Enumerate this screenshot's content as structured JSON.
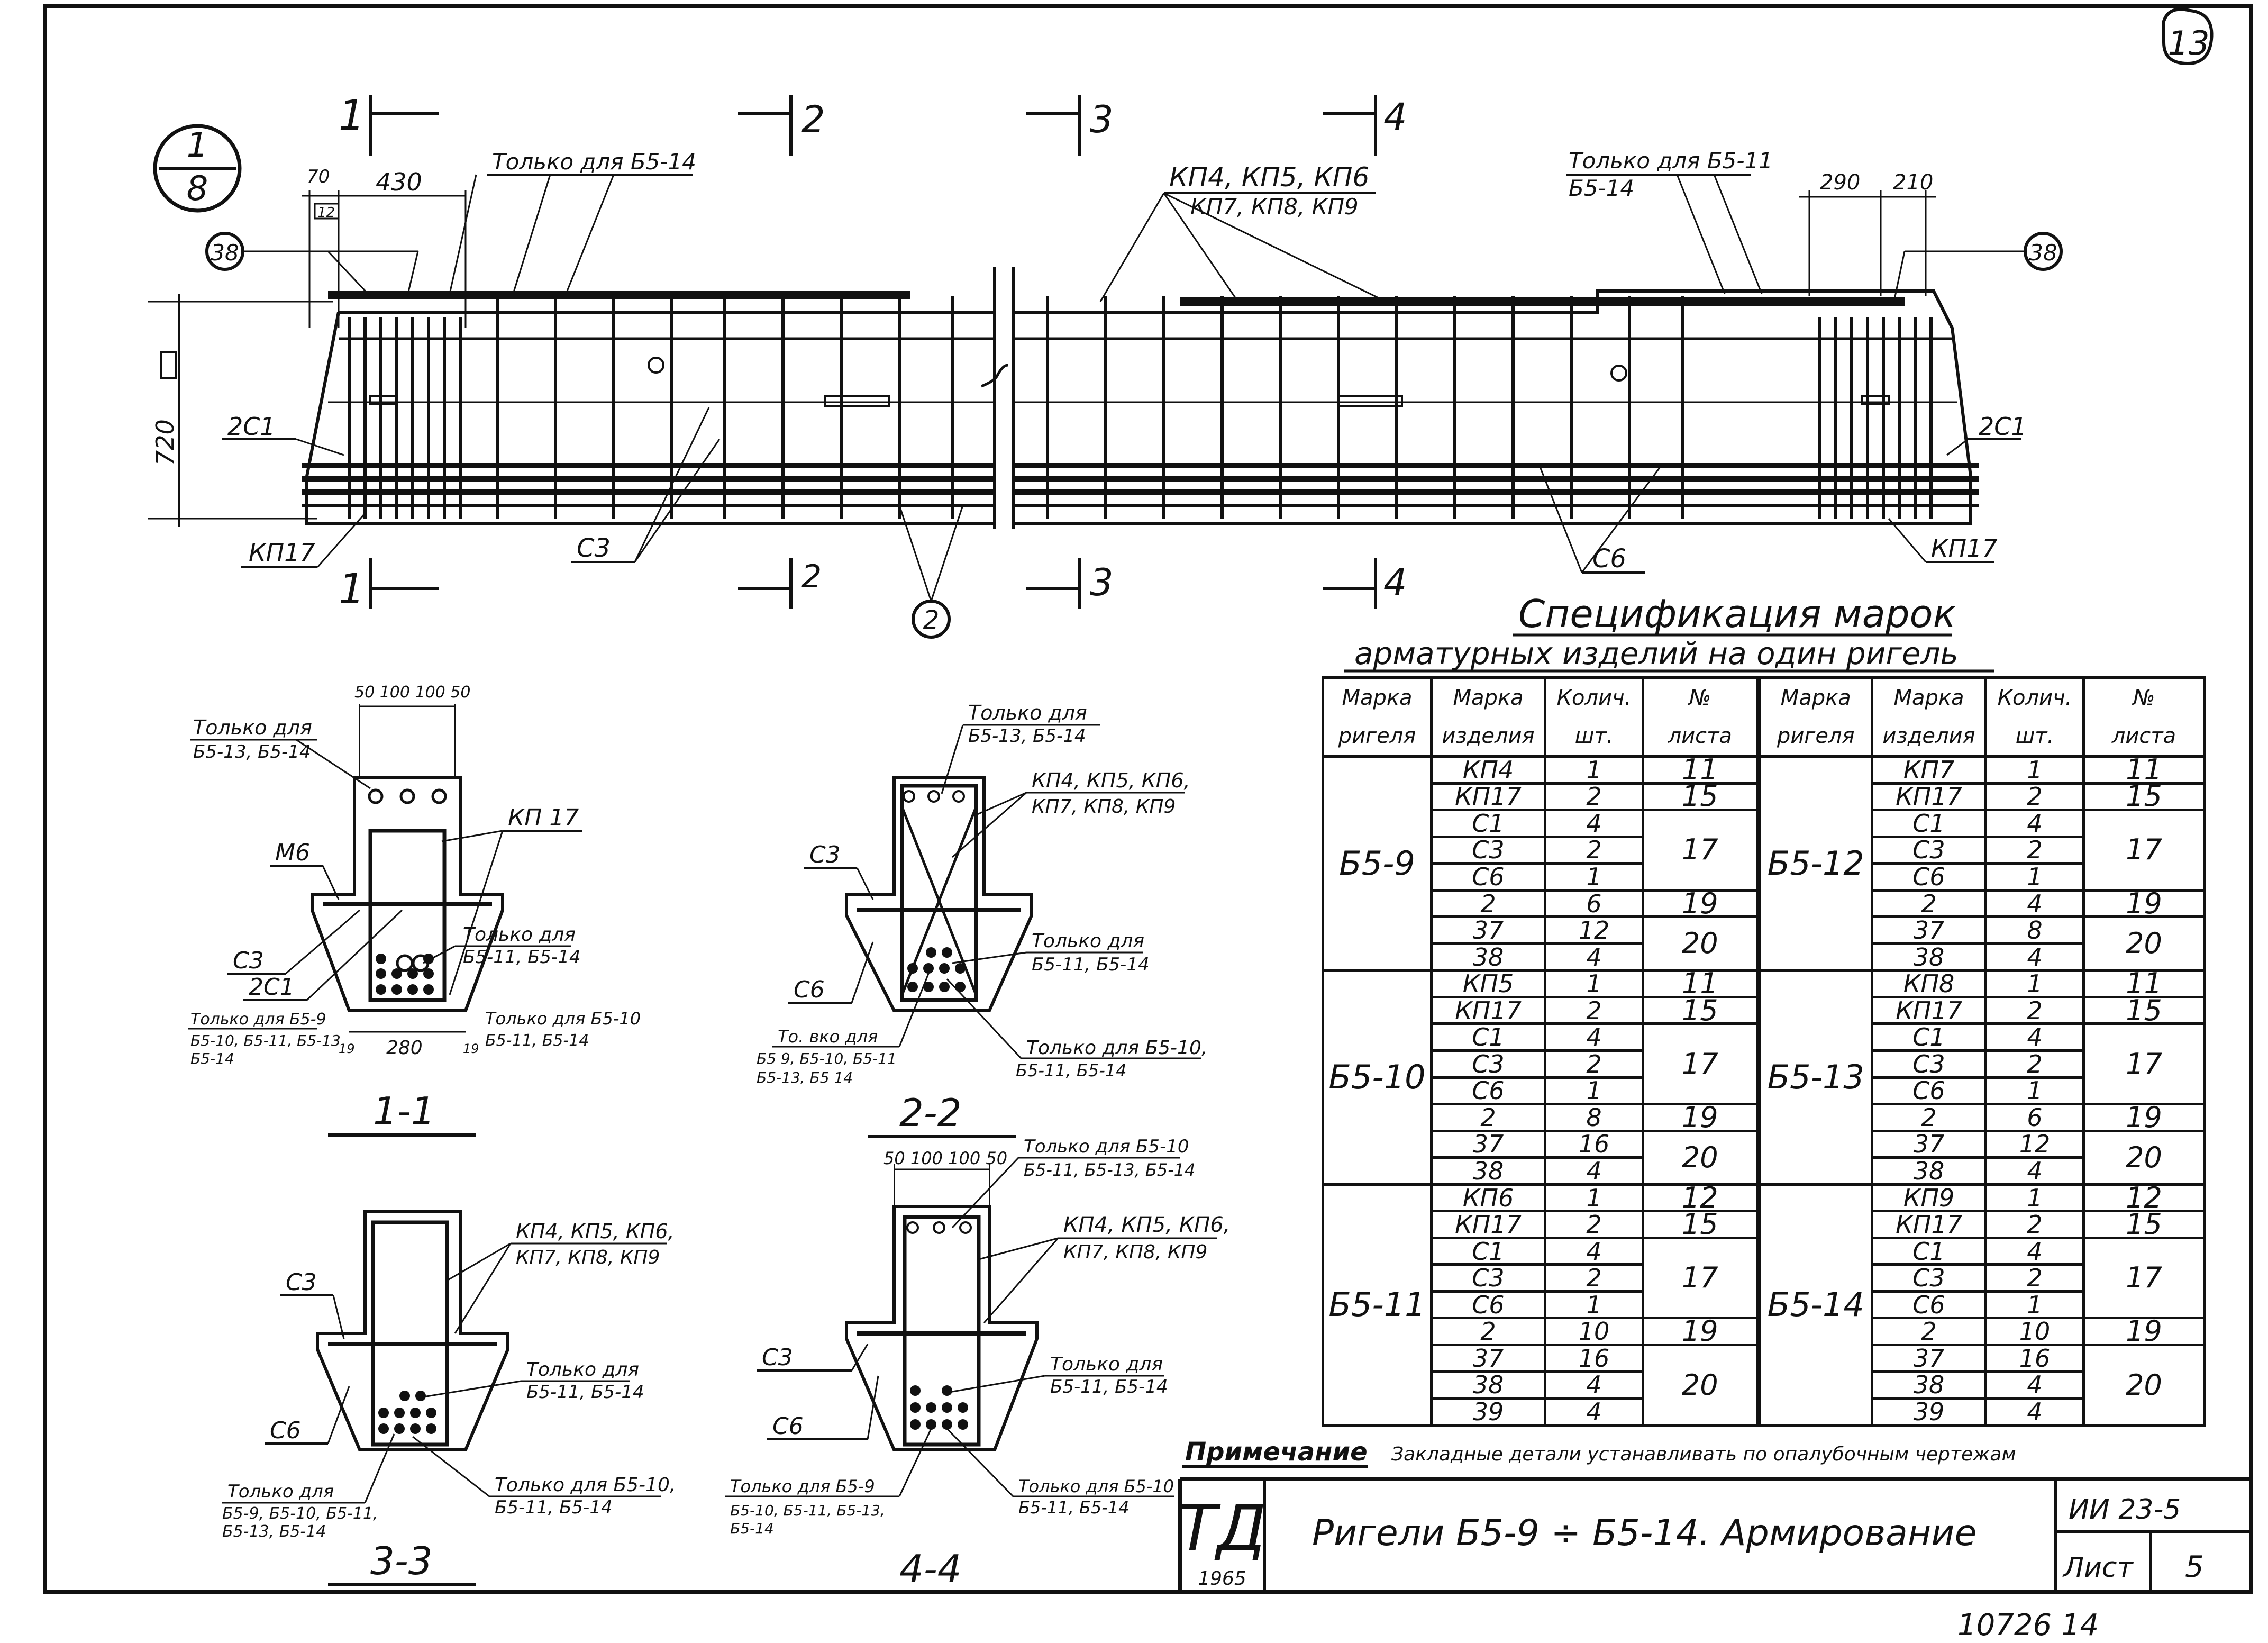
{
  "sheet_number": "13",
  "node_ref": {
    "top": "1",
    "bottom": "8"
  },
  "elevation": {
    "dims": {
      "d70": "70",
      "d430": "430",
      "d12": "12",
      "d720": "720",
      "d290": "290",
      "d210": "210"
    },
    "notes": {
      "only_b5_14": "Только для Б5-14",
      "only_b5_11_line1": "Только для Б5-11",
      "only_b5_11_line2": "Б5-14",
      "kp_group_line1": "КП4, КП5, КП6",
      "kp_group_line2": "КП7, КП8, КП9"
    },
    "callouts": {
      "c38": "38",
      "c2c1": "2С1",
      "kp17": "КП17",
      "c3": "С3",
      "c6": "С6",
      "c2": "2"
    },
    "cuts": [
      "1",
      "2",
      "3",
      "4"
    ]
  },
  "sections": {
    "s1": {
      "title": "1-1",
      "dims": "50  100  100  50",
      "note_top_1": "Только для",
      "note_top_2": "Б5-13, Б5-14",
      "kp17": "КП 17",
      "m6": "М6",
      "c3": "С3",
      "c2c1": "2С1",
      "note_r_1": "Только для",
      "note_r_2": "Б5-11, Б5-14",
      "note_bl_1": "Только для Б5-9",
      "note_bl_2": "Б5-10, Б5-11, Б5-13",
      "note_bl_3": "Б5-14",
      "note_br_1": "Только для Б5-10",
      "note_br_2": "Б5-11, Б5-14",
      "d19a": "19",
      "d280": "280",
      "d19b": "19"
    },
    "s2": {
      "title": "2-2",
      "note_top_1": "Только для",
      "note_top_2": "Б5-13, Б5-14",
      "kp_1": "КП4, КП5, КП6,",
      "kp_2": "КП7, КП8, КП9",
      "c3": "С3",
      "c6": "С6",
      "note_r_1": "Только для",
      "note_r_2": "Б5-11, Б5-14",
      "note_bl_1": "То. вко для",
      "note_bl_2": "Б5 9, Б5-10, Б5-11",
      "note_bl_3": "Б5-13, Б5 14",
      "note_br_1": "Только для Б5-10,",
      "note_br_2": "Б5-11, Б5-14"
    },
    "s3": {
      "title": "3-3",
      "kp_1": "КП4, КП5, КП6,",
      "kp_2": "КП7, КП8, КП9",
      "c3": "С3",
      "c6": "С6",
      "note_r_1": "Только для",
      "note_r_2": "Б5-11, Б5-14",
      "note_bl_1": "Только для",
      "note_bl_2": "Б5-9, Б5-10, Б5-11,",
      "note_bl_3": "Б5-13, Б5-14",
      "note_br_1": "Только для Б5-10,",
      "note_br_2": "Б5-11, Б5-14"
    },
    "s4": {
      "title": "4-4",
      "dims": "50 100 100 50",
      "note_top_1": "Только для Б5-10",
      "note_top_2": "Б5-11, Б5-13, Б5-14",
      "kp_1": "КП4, КП5, КП6,",
      "kp_2": "КП7, КП8, КП9",
      "c3": "С3",
      "c6": "С6",
      "note_r_1": "Только для",
      "note_r_2": "Б5-11, Б5-14",
      "note_bl_1": "Только для Б5-9",
      "note_bl_2": "Б5-10, Б5-11, Б5-13,",
      "note_bl_3": "Б5-14",
      "note_br_1": "Только для Б5-10",
      "note_br_2": "Б5-11, Б5-14"
    }
  },
  "spec": {
    "title": "Спецификация марок",
    "subtitle": "арматурных изделий на один ригель",
    "headers_top": [
      "Марка",
      "Марка",
      "Колич.",
      "№"
    ],
    "headers_bottom": [
      "ригеля",
      "изделия",
      "шт.",
      "листа"
    ],
    "groups": [
      {
        "rigel": "Б5-9",
        "rows": [
          {
            "mark": "КП4",
            "qty": "1",
            "sheet": "11"
          },
          {
            "mark": "КП17",
            "qty": "2",
            "sheet": "15"
          },
          {
            "mark": "С1",
            "qty": "4",
            "sheet": "17"
          },
          {
            "mark": "С3",
            "qty": "2"
          },
          {
            "mark": "С6",
            "qty": "1"
          },
          {
            "mark": "2",
            "qty": "6",
            "sheet": "19"
          },
          {
            "mark": "37",
            "qty": "12",
            "sheet": "20"
          },
          {
            "mark": "38",
            "qty": "4"
          }
        ]
      },
      {
        "rigel": "Б5-10",
        "rows": [
          {
            "mark": "КП5",
            "qty": "1",
            "sheet": "11"
          },
          {
            "mark": "КП17",
            "qty": "2",
            "sheet": "15"
          },
          {
            "mark": "С1",
            "qty": "4",
            "sheet": "17"
          },
          {
            "mark": "С3",
            "qty": "2"
          },
          {
            "mark": "С6",
            "qty": "1"
          },
          {
            "mark": "2",
            "qty": "8",
            "sheet": "19"
          },
          {
            "mark": "37",
            "qty": "16",
            "sheet": "20"
          },
          {
            "mark": "38",
            "qty": "4"
          }
        ]
      },
      {
        "rigel": "Б5-11",
        "rows": [
          {
            "mark": "КП6",
            "qty": "1",
            "sheet": "12"
          },
          {
            "mark": "КП17",
            "qty": "2",
            "sheet": "15"
          },
          {
            "mark": "С1",
            "qty": "4",
            "sheet": "17"
          },
          {
            "mark": "С3",
            "qty": "2"
          },
          {
            "mark": "С6",
            "qty": "1"
          },
          {
            "mark": "2",
            "qty": "10",
            "sheet": "19"
          },
          {
            "mark": "37",
            "qty": "16",
            "sheet": "20"
          },
          {
            "mark": "38",
            "qty": "4"
          },
          {
            "mark": "39",
            "qty": "4"
          }
        ]
      },
      {
        "rigel": "Б5-12",
        "rows": [
          {
            "mark": "КП7",
            "qty": "1",
            "sheet": "11"
          },
          {
            "mark": "КП17",
            "qty": "2",
            "sheet": "15"
          },
          {
            "mark": "С1",
            "qty": "4",
            "sheet": "17"
          },
          {
            "mark": "С3",
            "qty": "2"
          },
          {
            "mark": "С6",
            "qty": "1"
          },
          {
            "mark": "2",
            "qty": "4",
            "sheet": "19"
          },
          {
            "mark": "37",
            "qty": "8",
            "sheet": "20"
          },
          {
            "mark": "38",
            "qty": "4"
          }
        ]
      },
      {
        "rigel": "Б5-13",
        "rows": [
          {
            "mark": "КП8",
            "qty": "1",
            "sheet": "11"
          },
          {
            "mark": "КП17",
            "qty": "2",
            "sheet": "15"
          },
          {
            "mark": "С1",
            "qty": "4",
            "sheet": "17"
          },
          {
            "mark": "С3",
            "qty": "2"
          },
          {
            "mark": "С6",
            "qty": "1"
          },
          {
            "mark": "2",
            "qty": "6",
            "sheet": "19"
          },
          {
            "mark": "37",
            "qty": "12",
            "sheet": "20"
          },
          {
            "mark": "38",
            "qty": "4"
          }
        ]
      },
      {
        "rigel": "Б5-14",
        "rows": [
          {
            "mark": "КП9",
            "qty": "1",
            "sheet": "12"
          },
          {
            "mark": "КП17",
            "qty": "2",
            "sheet": "15"
          },
          {
            "mark": "С1",
            "qty": "4",
            "sheet": "17"
          },
          {
            "mark": "С3",
            "qty": "2"
          },
          {
            "mark": "С6",
            "qty": "1"
          },
          {
            "mark": "2",
            "qty": "10",
            "sheet": "19"
          },
          {
            "mark": "37",
            "qty": "16",
            "sheet": "20"
          },
          {
            "mark": "38",
            "qty": "4"
          },
          {
            "mark": "39",
            "qty": "4"
          }
        ]
      }
    ]
  },
  "note": {
    "label": "Примечание",
    "text": "Закладные детали устанавливать по опалубочным чертежам"
  },
  "title_block": {
    "logo": "ТД",
    "year": "1965",
    "title": "Ригели Б5-9 ÷ Б5-14. Армирование",
    "code": "ИИ 23-5",
    "sheet_label": "Лист",
    "sheet_value": "5"
  },
  "footer_stamp": "10726   14"
}
